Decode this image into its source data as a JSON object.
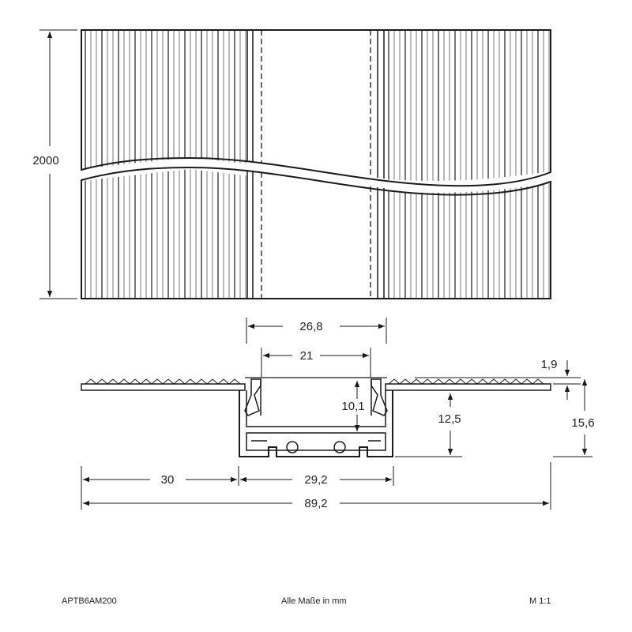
{
  "colors": {
    "line": "#1a1a1a",
    "background": "#ffffff"
  },
  "dimensions": {
    "length": "2000",
    "outer_width": "26,8",
    "inner_width": "21",
    "lip": "1,9",
    "inner_depth": "10,1",
    "depth": "12,5",
    "total_height": "15,6",
    "flange": "30",
    "profile_width": "29,2",
    "total_width": "89,2"
  },
  "footer": {
    "code": "APTB6AM200",
    "units": "Alle Maße in mm",
    "scale": "M 1:1"
  }
}
